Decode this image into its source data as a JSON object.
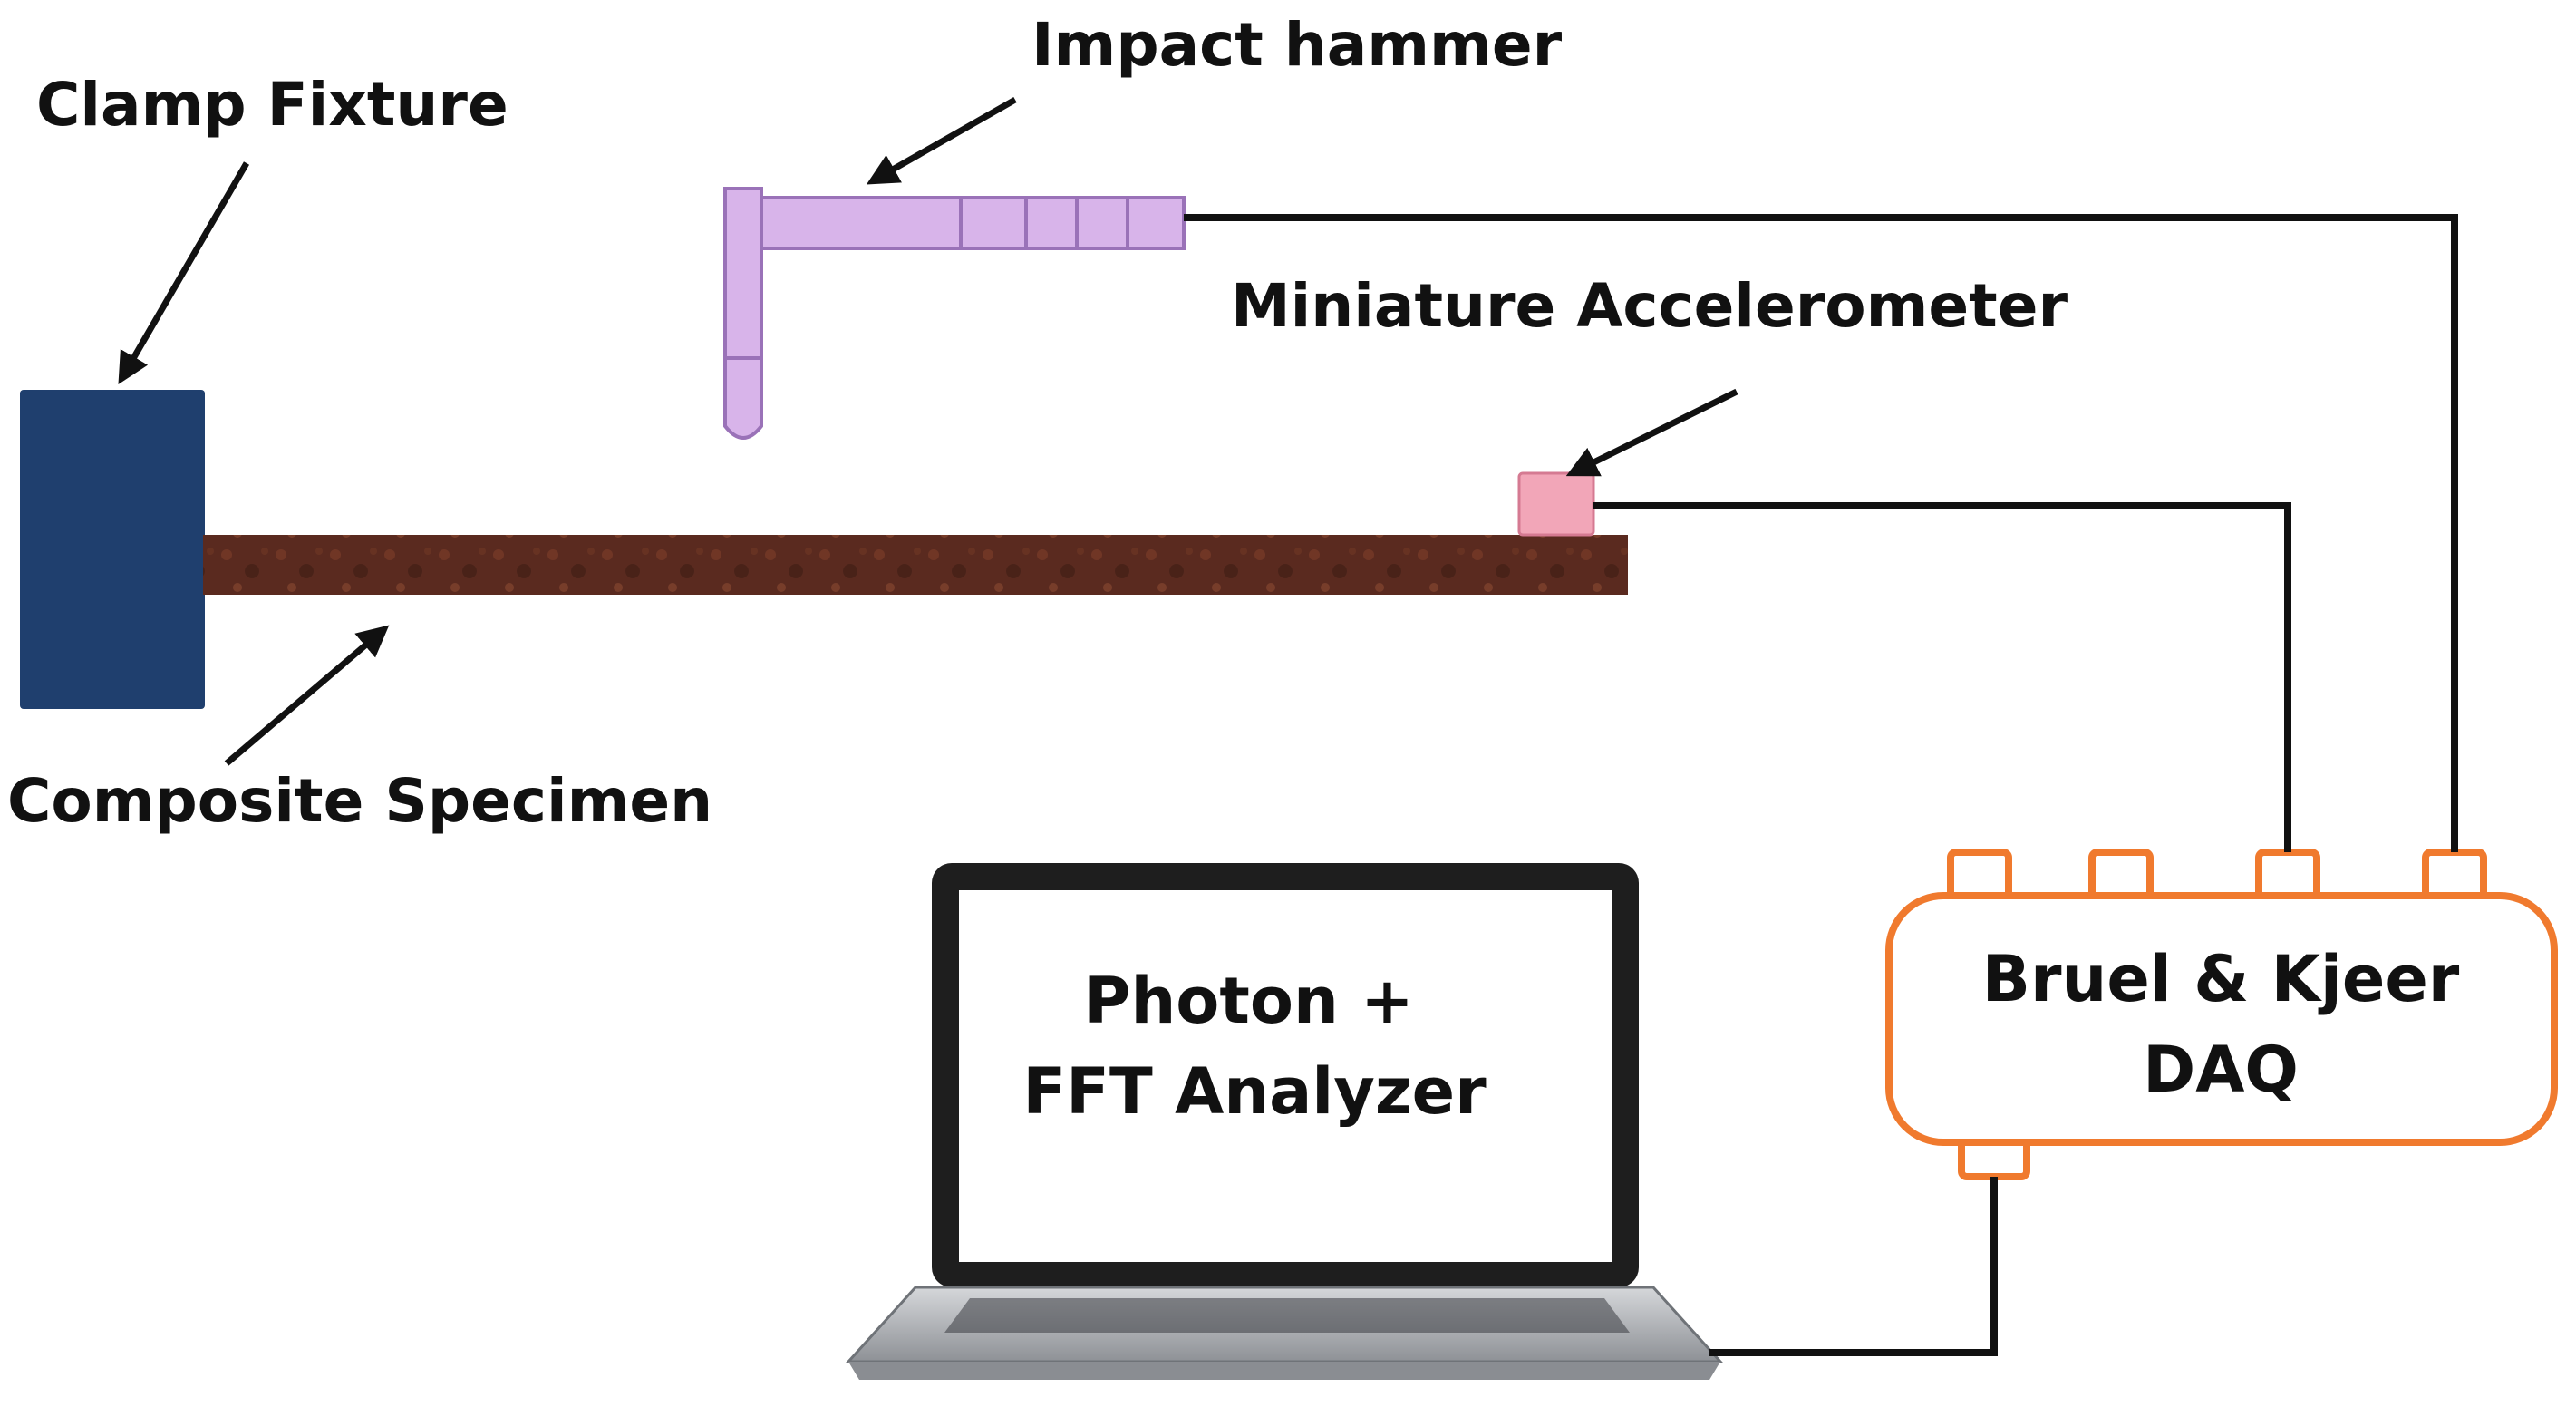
{
  "labels": {
    "clamp_fixture": "Clamp Fixture",
    "impact_hammer": "Impact hammer",
    "miniature_accelerometer": "Miniature Accelerometer",
    "composite_specimen": "Composite Specimen",
    "laptop_line1": "Photon +",
    "laptop_line2": "FFT Analyzer",
    "daq_line1": "Bruel & Kjeer",
    "daq_line2": "DAQ"
  },
  "colors": {
    "clamp": "#1f3f6e",
    "specimen": "#5a2a1f",
    "hammer": "#d8b4ea",
    "hammer_stroke": "#9a72b8",
    "accelerometer": "#f2a6b8",
    "daq_border": "#f07a2e",
    "wire": "#111111",
    "laptop_frame": "#222222",
    "laptop_base": "#b9bcc1"
  },
  "icons": {
    "laptop": "laptop-icon",
    "hammer": "hammer-icon",
    "accelerometer": "sensor-icon"
  }
}
